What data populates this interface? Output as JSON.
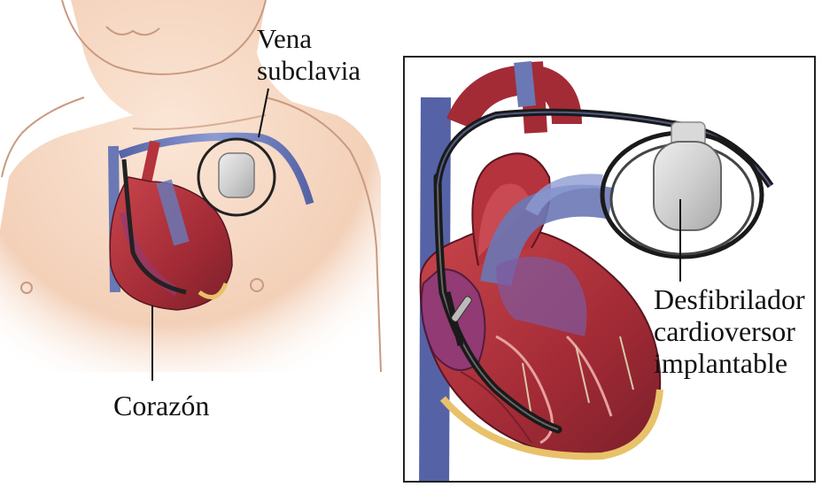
{
  "labels": {
    "vena_subclavia_line1": "Vena",
    "vena_subclavia_line2": "subclavia",
    "corazon": "Corazón",
    "desfibrilador_line1": "Desfibrilador",
    "desfibrilador_line2": "cardioversor",
    "desfibrilador_line3": "implantable"
  },
  "colors": {
    "skin": "#f6d9c4",
    "skin_shadow": "#e8bfa3",
    "heart_red": "#b5333d",
    "heart_dark": "#7a1f2a",
    "vein_blue": "#6a78b5",
    "vein_light": "#9aa8d8",
    "device_gray": "#c9c9c9",
    "lead_black": "#222222",
    "fat_yellow": "#e8c26a"
  }
}
